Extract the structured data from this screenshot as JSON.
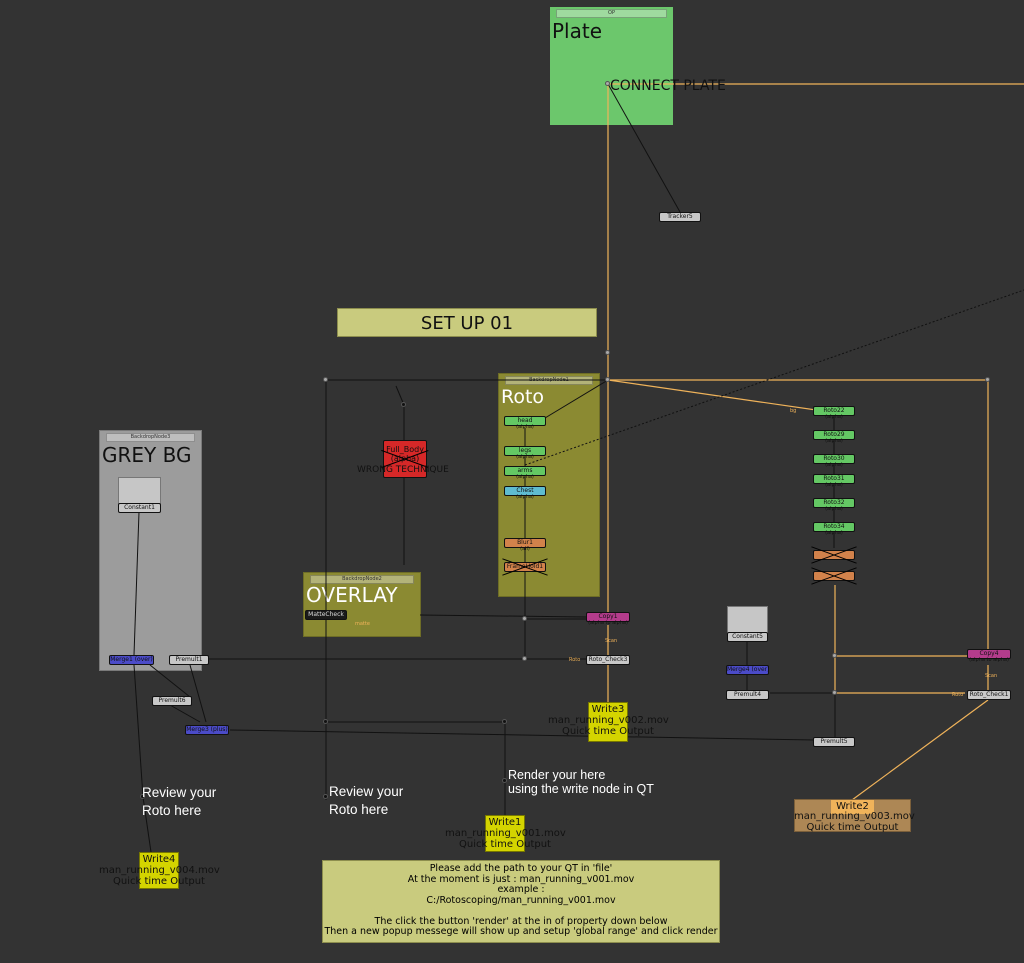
{
  "backdrops": {
    "plate": {
      "header": "OP",
      "label": "Plate"
    },
    "roto": {
      "header": "BackdropNode1",
      "label": "Roto"
    },
    "grey_bg": {
      "header": "BackdropNode3",
      "label": "GREY BG"
    },
    "overlay": {
      "header": "BackdropNode2",
      "label": "OVERLAY"
    }
  },
  "plate_text": "CONNECT PLATE",
  "setup_title": "SET UP 01",
  "nodes": {
    "tracker5": "Tracker5",
    "full_body": {
      "name": "Full_Body",
      "sub": "(alpha)"
    },
    "wrong_technique": "WRONG TECHNIQUE",
    "head": {
      "name": "head",
      "sub": "(alpha)"
    },
    "legs": {
      "name": "legs",
      "sub": "(alpha)"
    },
    "arms": {
      "name": "arms",
      "sub": "(alpha)"
    },
    "chest": {
      "name": "Chest",
      "sub": "(alpha)"
    },
    "blur1": {
      "name": "Blur1",
      "sub": "(all)"
    },
    "framehold": {
      "name": "FrameHold1",
      "sub": ""
    },
    "matte_check": "MatteCheck",
    "matte_label": "matte",
    "constant1": "Constant1",
    "merge_left": "Merge1 (over)",
    "premult1": "Premult1",
    "premult6": "Premult6",
    "merge_blue2": "Merge3 (plus)",
    "copy1": {
      "name": "Copy1",
      "sub": "(alpha to alpha)"
    },
    "roto_check3": "Roto_Check3",
    "constant5": "Constant5",
    "merge4": "Merge4 (over)",
    "premult4": "Premult4",
    "premult5": "Premult5",
    "roto22": {
      "name": "Roto22",
      "sub": "(alpha)"
    },
    "roto29": {
      "name": "Roto29",
      "sub": "(alpha)"
    },
    "roto30": {
      "name": "Roto30",
      "sub": "(alpha)"
    },
    "roto31": {
      "name": "Roto31",
      "sub": "(alpha)"
    },
    "roto32": {
      "name": "Roto32",
      "sub": "(alpha)"
    },
    "roto34": {
      "name": "Roto34",
      "sub": "(alpha)"
    },
    "copy4": {
      "name": "Copy4",
      "sub": "(alpha to alpha)"
    },
    "roto_check1": "Roto_Check1"
  },
  "pin_labels": {
    "bg": "bg",
    "bg2": "bg",
    "scan": "Scan",
    "scan2": "Scan",
    "roto": "Roto",
    "roto2": "Roto"
  },
  "writes": {
    "write1": {
      "name": "Write1",
      "file": "man_running_v001.mov",
      "desc": "Quick time Output"
    },
    "write2": {
      "name": "Write2",
      "file": "man_running_v003.mov",
      "desc": "Quick time Output"
    },
    "write3": {
      "name": "Write3",
      "file": "man_running_v002.mov",
      "desc": "Quick time Output"
    },
    "write4": {
      "name": "Write4",
      "file": "man_running_v004.mov",
      "desc": "Quick time Output"
    }
  },
  "sticky": {
    "review1": "Review your\nRoto here",
    "review2": "Review your\nRoto here",
    "render": "Render your here\nusing the write node in QT"
  },
  "note_lines": [
    "Please add the path to your QT in 'file'",
    "At the moment  is just : man_running_v001.mov",
    "example :",
    "C:/Rotoscoping/man_running_v001.mov",
    "",
    "The click the button 'render' at the in of property down below",
    "Then a new popup messege will show up and setup 'global range' and click render"
  ],
  "colors": {
    "background": "#333333",
    "pipe": "#f0b35a",
    "roto_green": "#64c864",
    "write_yellow": "#d4d400",
    "blur_orange": "#d2824b",
    "copy_magenta": "#b43c8c",
    "merge_blue": "#4b4bc8"
  }
}
